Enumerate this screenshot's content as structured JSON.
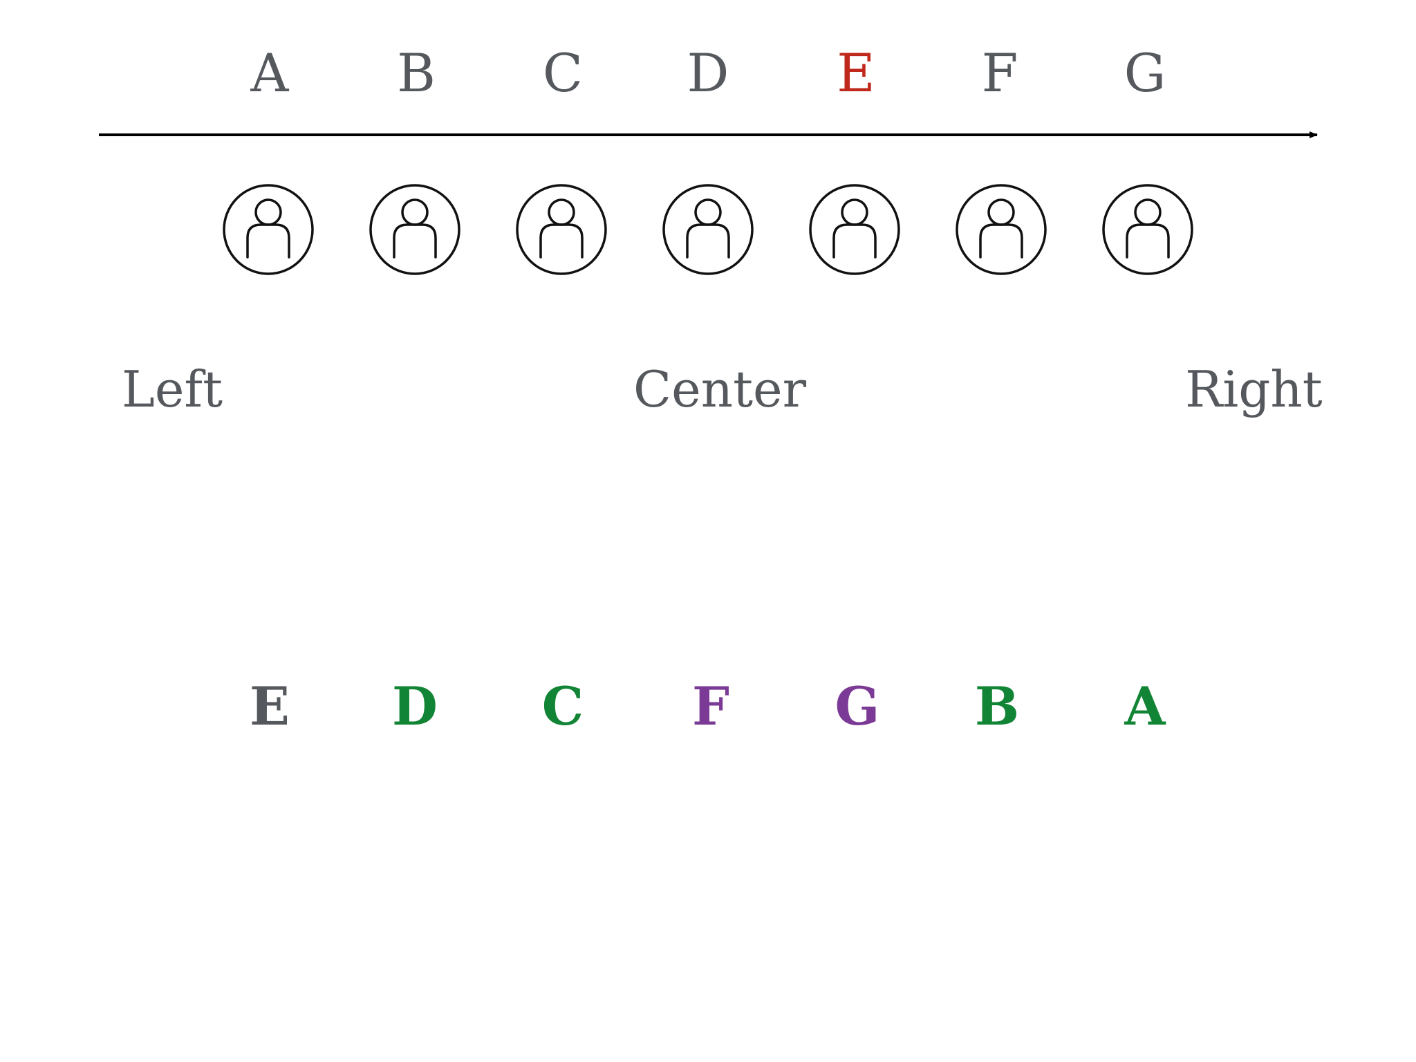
{
  "top_row": {
    "letters": [
      "A",
      "B",
      "C",
      "D",
      "E",
      "F",
      "G"
    ],
    "highlight_index": 4,
    "default_color": "#55585d",
    "highlight_color": "#c0281c"
  },
  "avatars": {
    "count": 7,
    "icon": "person-circle-icon"
  },
  "positions": {
    "left": "Left",
    "center": "Center",
    "right": "Right"
  },
  "bottom_row": {
    "letters": [
      {
        "text": "E",
        "color": "#55585d"
      },
      {
        "text": "D",
        "color": "#128435"
      },
      {
        "text": "C",
        "color": "#128435"
      },
      {
        "text": "F",
        "color": "#7b3a96"
      },
      {
        "text": "G",
        "color": "#7b3a96"
      },
      {
        "text": "B",
        "color": "#128435"
      },
      {
        "text": "A",
        "color": "#128435"
      }
    ]
  },
  "colors": {
    "axis": "#000000",
    "icon_stroke": "#111111"
  }
}
